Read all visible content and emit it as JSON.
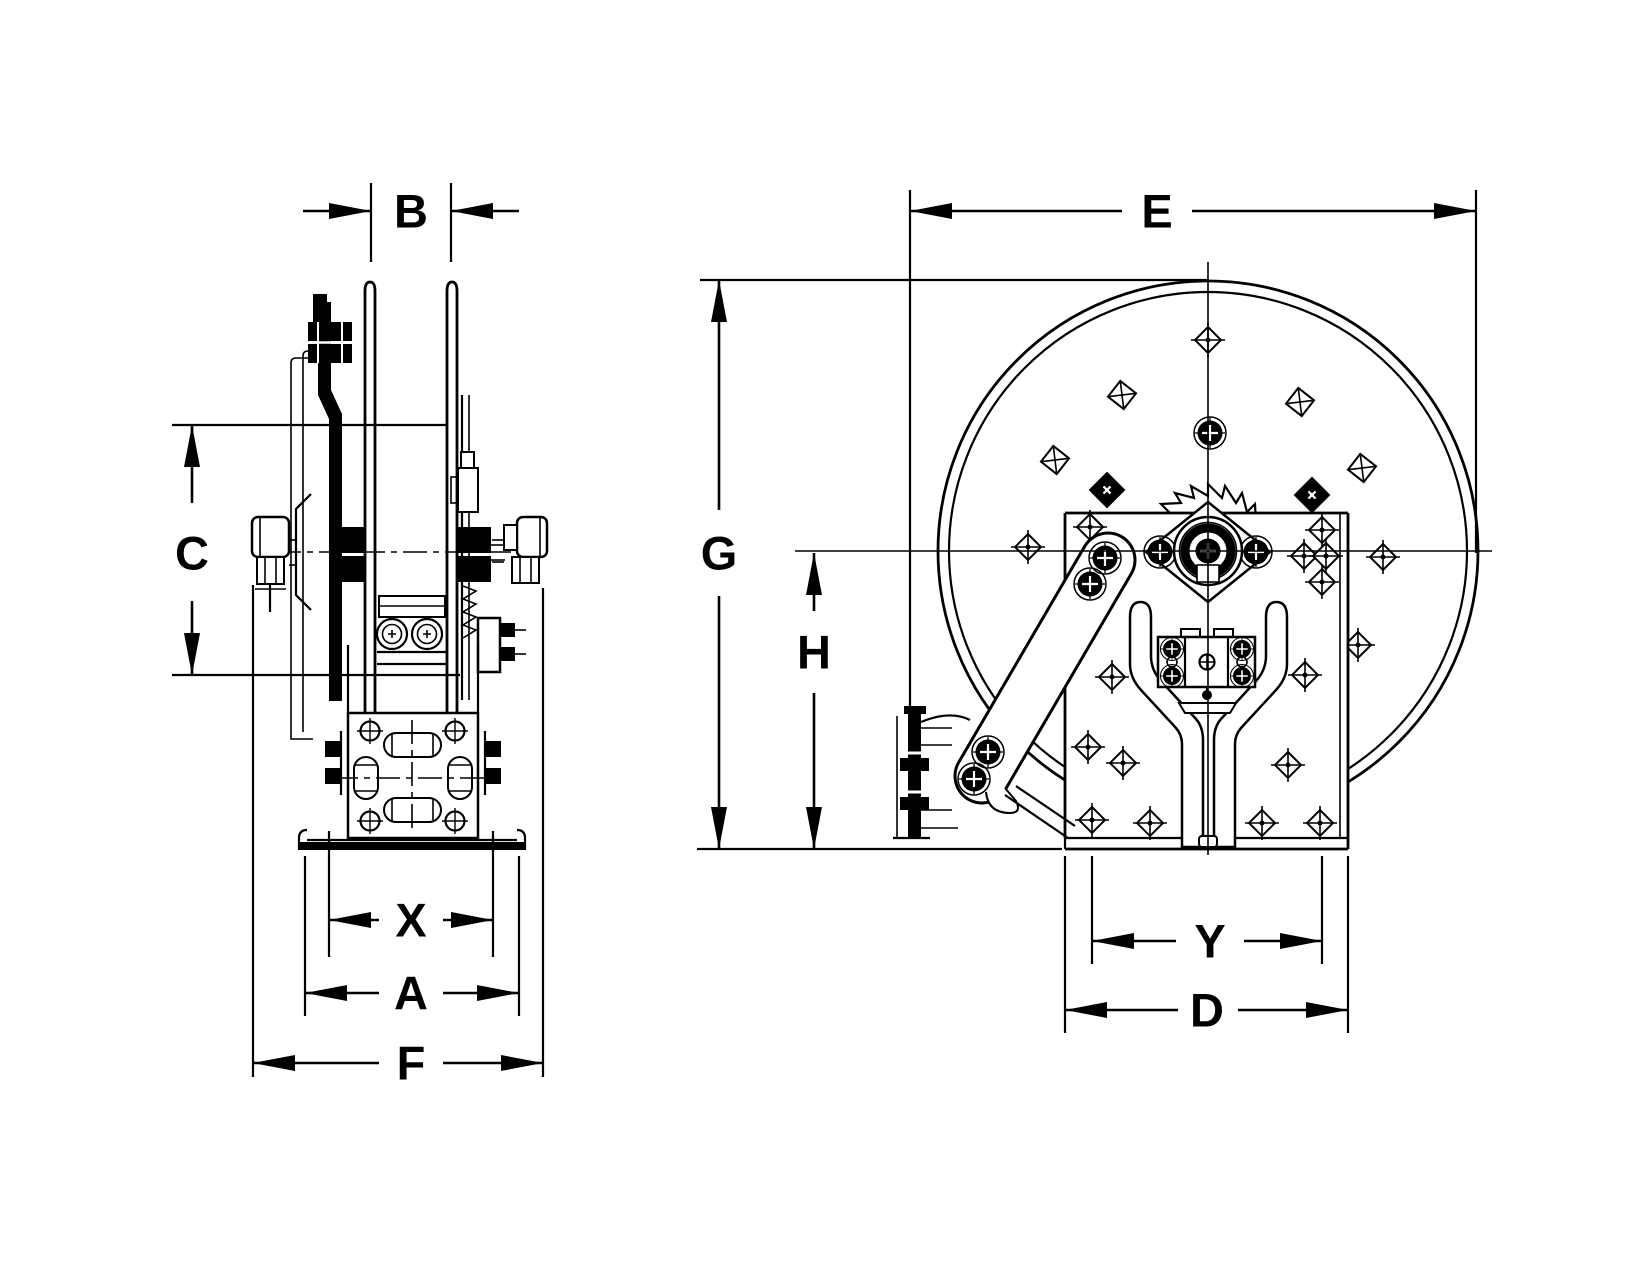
{
  "page": {
    "background": "#ffffff",
    "line_color": "#000000"
  },
  "drawing": {
    "type": "technical-dimension-diagram",
    "subject": "hose reel two-view dimensional drawing",
    "views": [
      {
        "id": "side",
        "name": "side-elevation-view",
        "dims": {
          "B": "B",
          "C": "C",
          "X": "X",
          "A": "A",
          "F": "F"
        }
      },
      {
        "id": "front",
        "name": "front-elevation-view",
        "dims": {
          "E": "E",
          "G": "G",
          "H": "H",
          "Y": "Y",
          "D": "D"
        }
      }
    ]
  }
}
